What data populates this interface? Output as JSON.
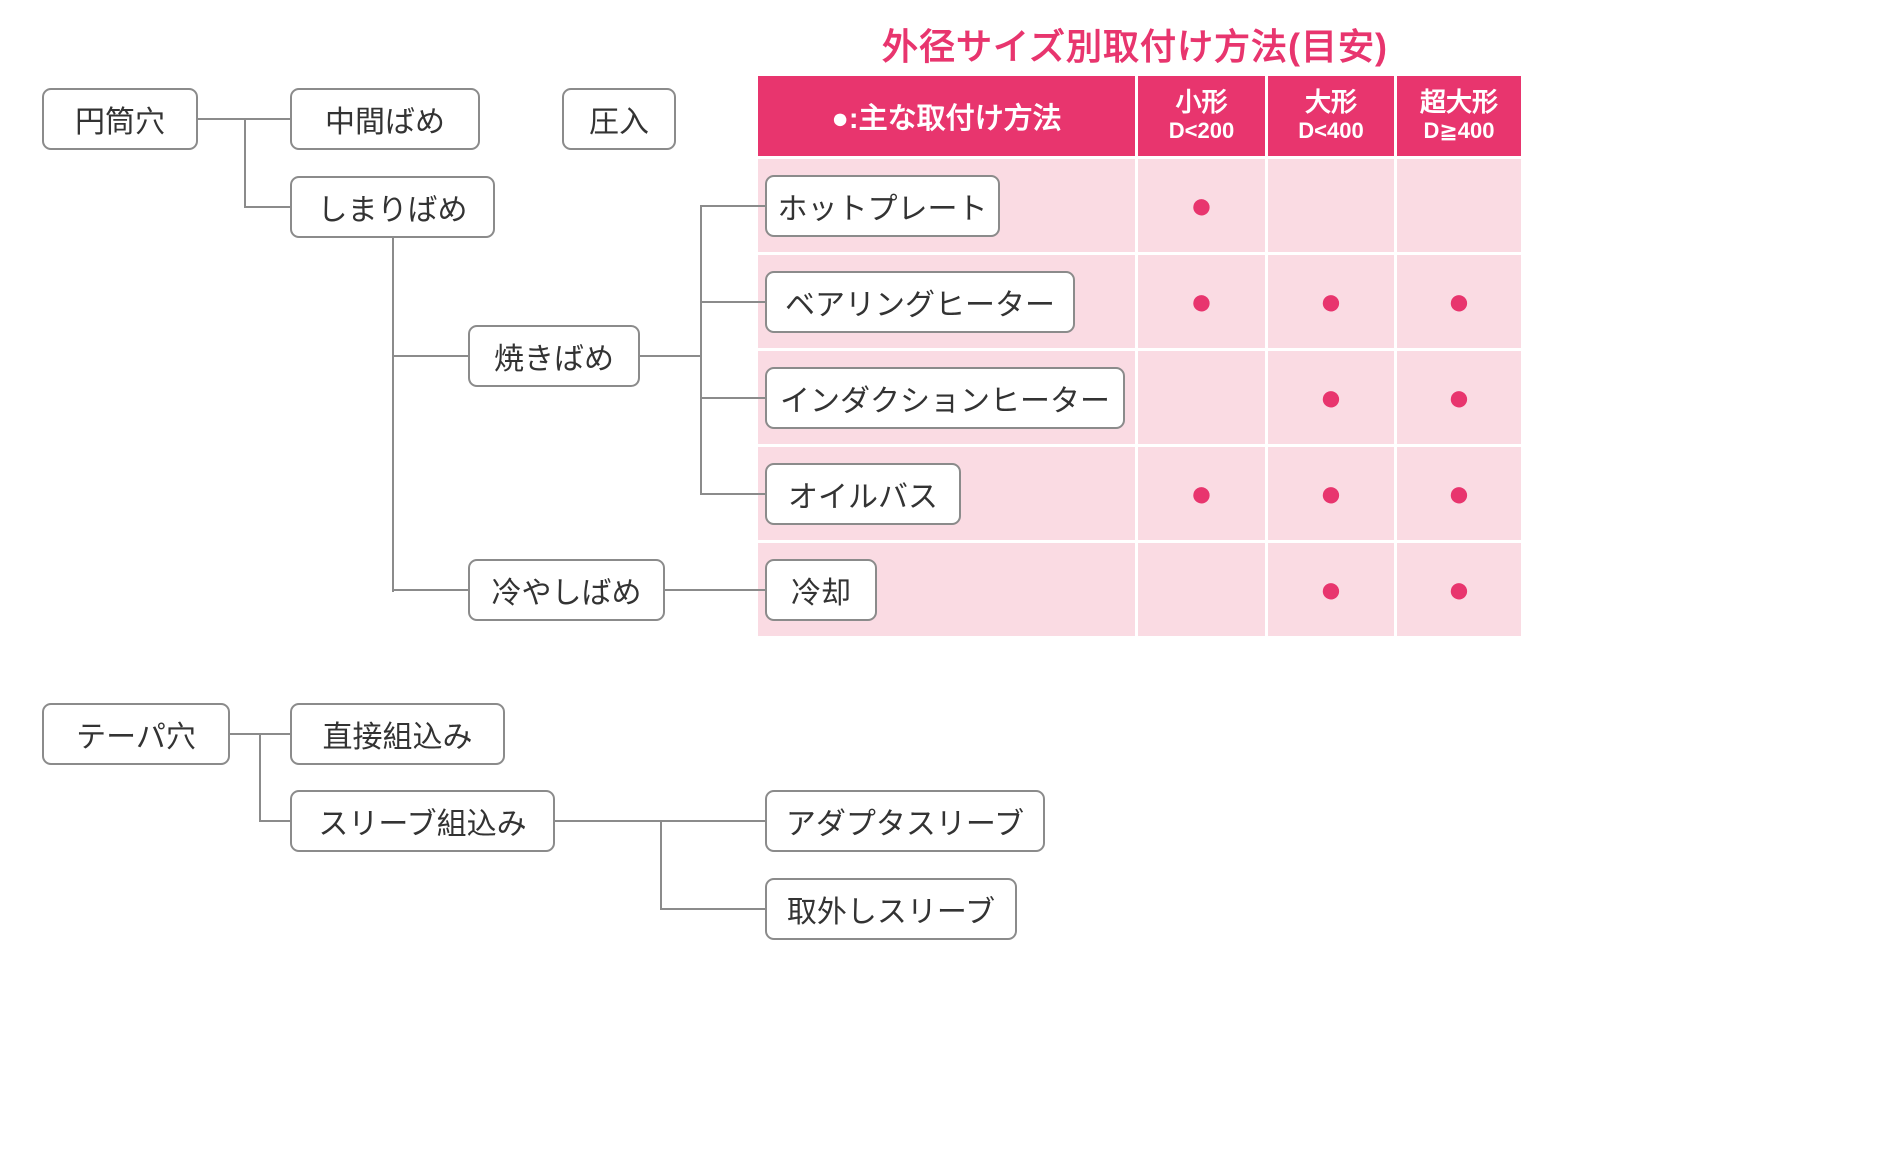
{
  "title": "外径サイズ別取付け方法(目安)",
  "colors": {
    "accent": "#e8356e",
    "row_bg": "#fadbe3",
    "line": "#8b8b8b"
  },
  "flowchart": {
    "cylindrical_bore": "円筒穴",
    "transition_fit": "中間ばめ",
    "press_fit": "圧入",
    "interference_fit": "しまりばめ",
    "shrink_fit": "焼きばめ",
    "cold_fit": "冷やしばめ",
    "taper_bore": "テーパ穴",
    "direct_mounting": "直接組込み",
    "sleeve_mounting": "スリーブ組込み",
    "adapter_sleeve": "アダプタスリーブ",
    "withdrawal_sleeve": "取外しスリーブ"
  },
  "table": {
    "legend": "●:主な取付け方法",
    "columns": [
      {
        "label": "小形",
        "size": "D<200"
      },
      {
        "label": "大形",
        "size": "D<400"
      },
      {
        "label": "超大形",
        "size": "D≧400"
      }
    ],
    "rows": [
      {
        "label": "ホットプレート",
        "dots": [
          "●",
          "",
          ""
        ]
      },
      {
        "label": "ベアリングヒーター",
        "dots": [
          "●",
          "●",
          "●"
        ]
      },
      {
        "label": "インダクションヒーター",
        "dots": [
          "",
          "●",
          "●"
        ]
      },
      {
        "label": "オイルバス",
        "dots": [
          "●",
          "●",
          "●"
        ]
      },
      {
        "label": "冷却",
        "dots": [
          "",
          "●",
          "●"
        ]
      }
    ]
  }
}
